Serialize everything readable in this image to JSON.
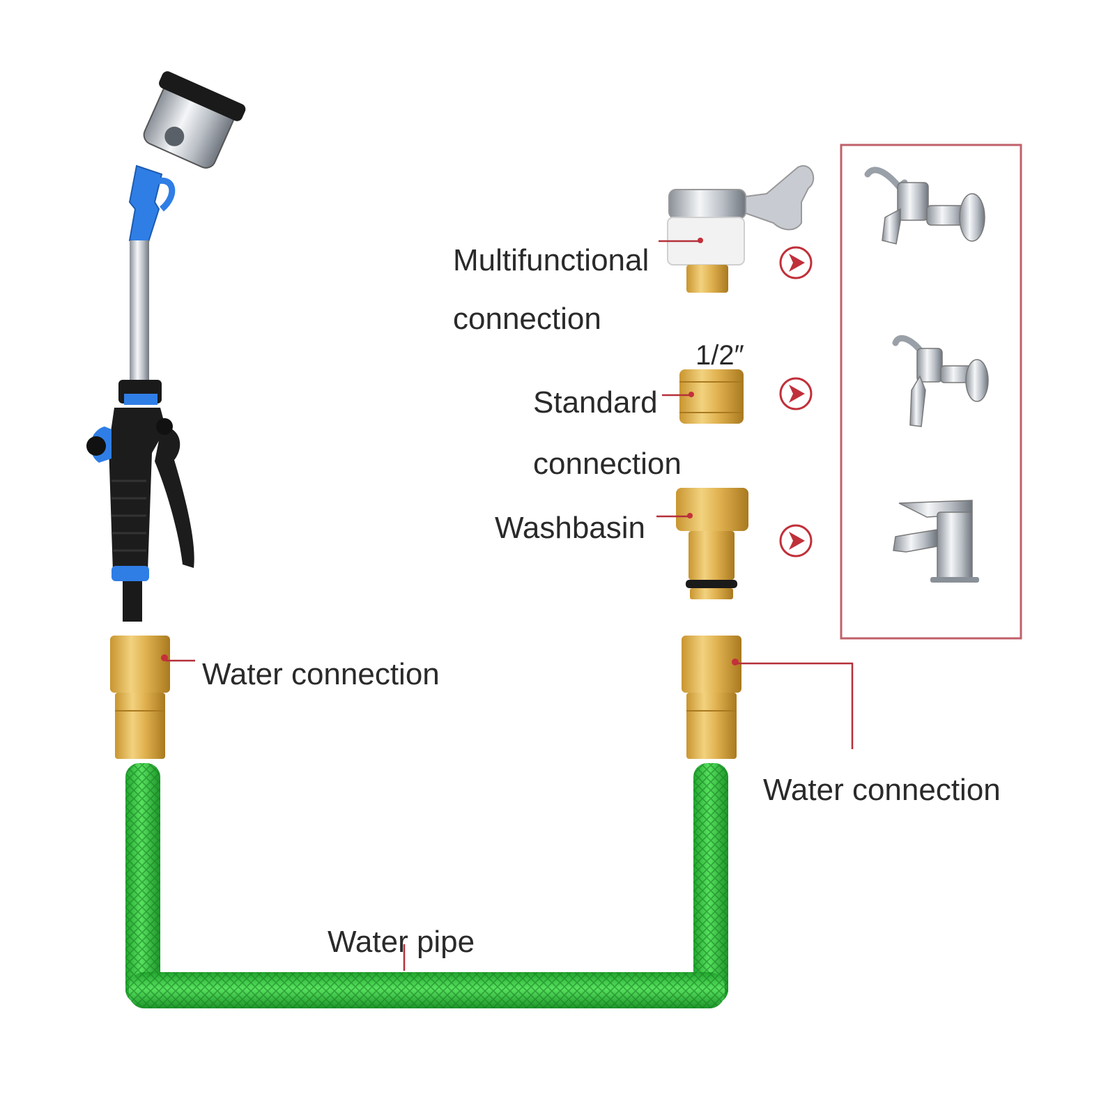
{
  "labels": {
    "multifunctional_line1": "Multifunctional",
    "multifunctional_line2": "connection",
    "half_inch": "1/2″",
    "standard_line1": "Standard",
    "standard_line2": "connection",
    "washbasin": "Washbasin",
    "water_connection_left": "Water connection",
    "water_connection_right": "Water connection",
    "water_pipe": "Water pipe"
  },
  "colors": {
    "hose_green": "#3fd34a",
    "hose_dark": "#1f9a2a",
    "brass": "#e2b45a",
    "brass_dark": "#b8862e",
    "leader_red": "#b5303a",
    "frame_red": "#c0606a",
    "nozzle_blue": "#2f7ee6",
    "grip_black": "#1a1a1a",
    "chrome": "#c8ccd2"
  },
  "icons": {
    "spray_gun": "hose-spray-gun-icon",
    "arrow": "chevron-right-circle-icon",
    "faucet_wall": "wall-faucet-icon",
    "faucet_small": "small-faucet-icon",
    "faucet_basin": "basin-faucet-icon"
  }
}
